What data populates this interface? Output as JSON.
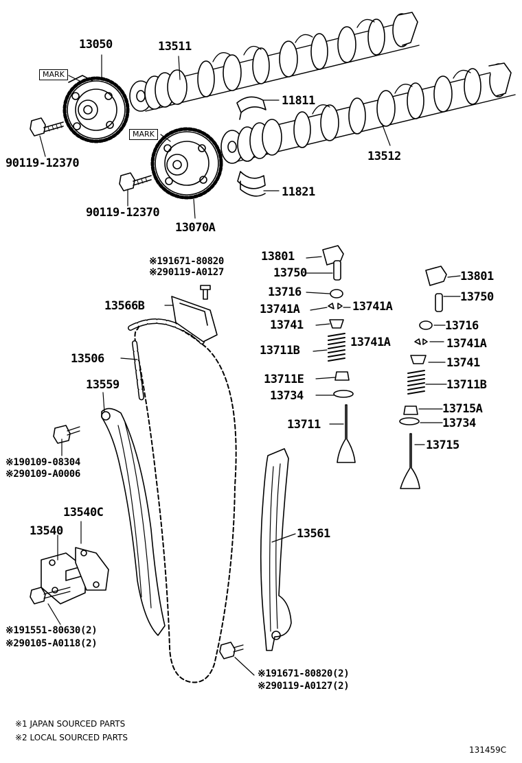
{
  "parts": {
    "vvt_intake": "13050",
    "camshaft_no1": "13511",
    "camshaft_no2": "13512",
    "bearing_upper": "11811",
    "bearing_lower": "11821",
    "vvt_exhaust": "13070A",
    "bolt_intake": "90119-12370",
    "bolt_exhaust": "90119-12370",
    "mark_1": "MARK",
    "mark_2": "MARK",
    "chain_bolt_1": "※191671-80820",
    "chain_bolt_2": "※290119-A0127",
    "chain_guide": "13566B",
    "chain": "13506",
    "slipper": "13559",
    "slipper_bolt_1": "※190109-08304",
    "slipper_bolt_2": "※290109-A0006",
    "tensioner_gasket": "13540C",
    "tensioner": "13540",
    "tensioner_bolt_1": "※191551-80630(2)",
    "tensioner_bolt_2": "※290105-A0118(2)",
    "damper": "13561",
    "damper_bolt_1": "※191671-80820(2)",
    "damper_bolt_2": "※290119-A0127(2)",
    "rocker_l": "13801",
    "adjuster_l": "13750",
    "shim_l": "13716",
    "lock_l_a": "13741A",
    "lock_l_b": "13741A",
    "retainer_l": "13741",
    "spring_l": "13711B",
    "seal_l": "13711E",
    "seat_l": "13734",
    "valve_l": "13711",
    "rocker_r": "13801",
    "adjuster_r": "13750",
    "shim_r": "13716",
    "lock_r_a": "13741A",
    "lock_r_b": "13741A",
    "retainer_r": "13741",
    "spring_r": "13711B",
    "seal_r": "13715A",
    "seat_r": "13734",
    "valve_r": "13715"
  },
  "notes": {
    "note1": "※1 JAPAN SOURCED PARTS",
    "note2": "※2 LOCAL SOURCED PARTS",
    "diagram_id": "131459C"
  }
}
